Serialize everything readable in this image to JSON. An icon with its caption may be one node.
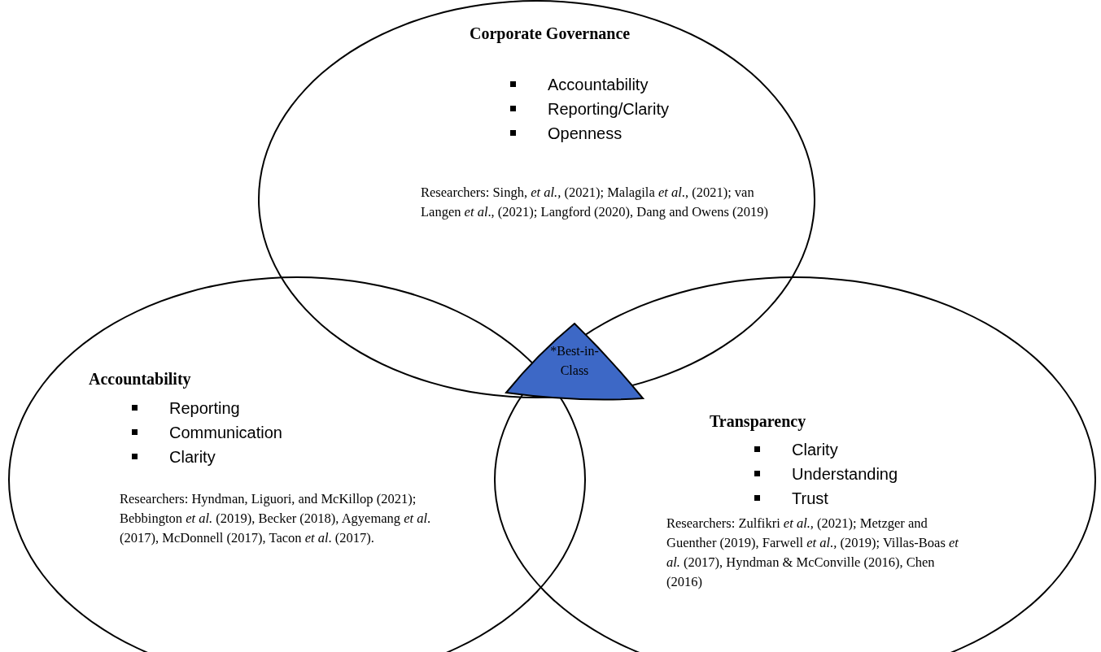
{
  "diagram": {
    "nodes": [
      {
        "text": [
          "Corporate Governance",
          "Accountability",
          "Reporting/Clarity",
          "Openness",
          "Researchers: Singh, *et al.,* (2021); Malagila *et al*., (2021); van Langen *et al*., (2021); Langford (2020), Dang and Owens (2019)"
        ]
      },
      {
        "text": [
          "Accountability",
          "Reporting",
          "Communication",
          "Clarity",
          "Researchers: Hyndman, Liguori, and McKillop (2021); Bebbington *et al.*  (2019), Becker (2018), Agyemang *et al*. (2017), McDonnell (2017), Tacon *et al*. (2017)."
        ]
      },
      {
        "text": [
          "Transparency",
          "Clarity",
          "Understanding",
          "Trust",
          "Researchers: Zulfikri *et al.,* (2021); Metzger and Guenther (2019), Farwell *et al.,* (2019); Villas-Boas *et al.* (2017), Hyndman & McConville (2016), Chen (2016)"
        ]
      },
      {
        "text": [
          "*Best-in-Class"
        ]
      }
    ],
    "edges": []
  }
}
